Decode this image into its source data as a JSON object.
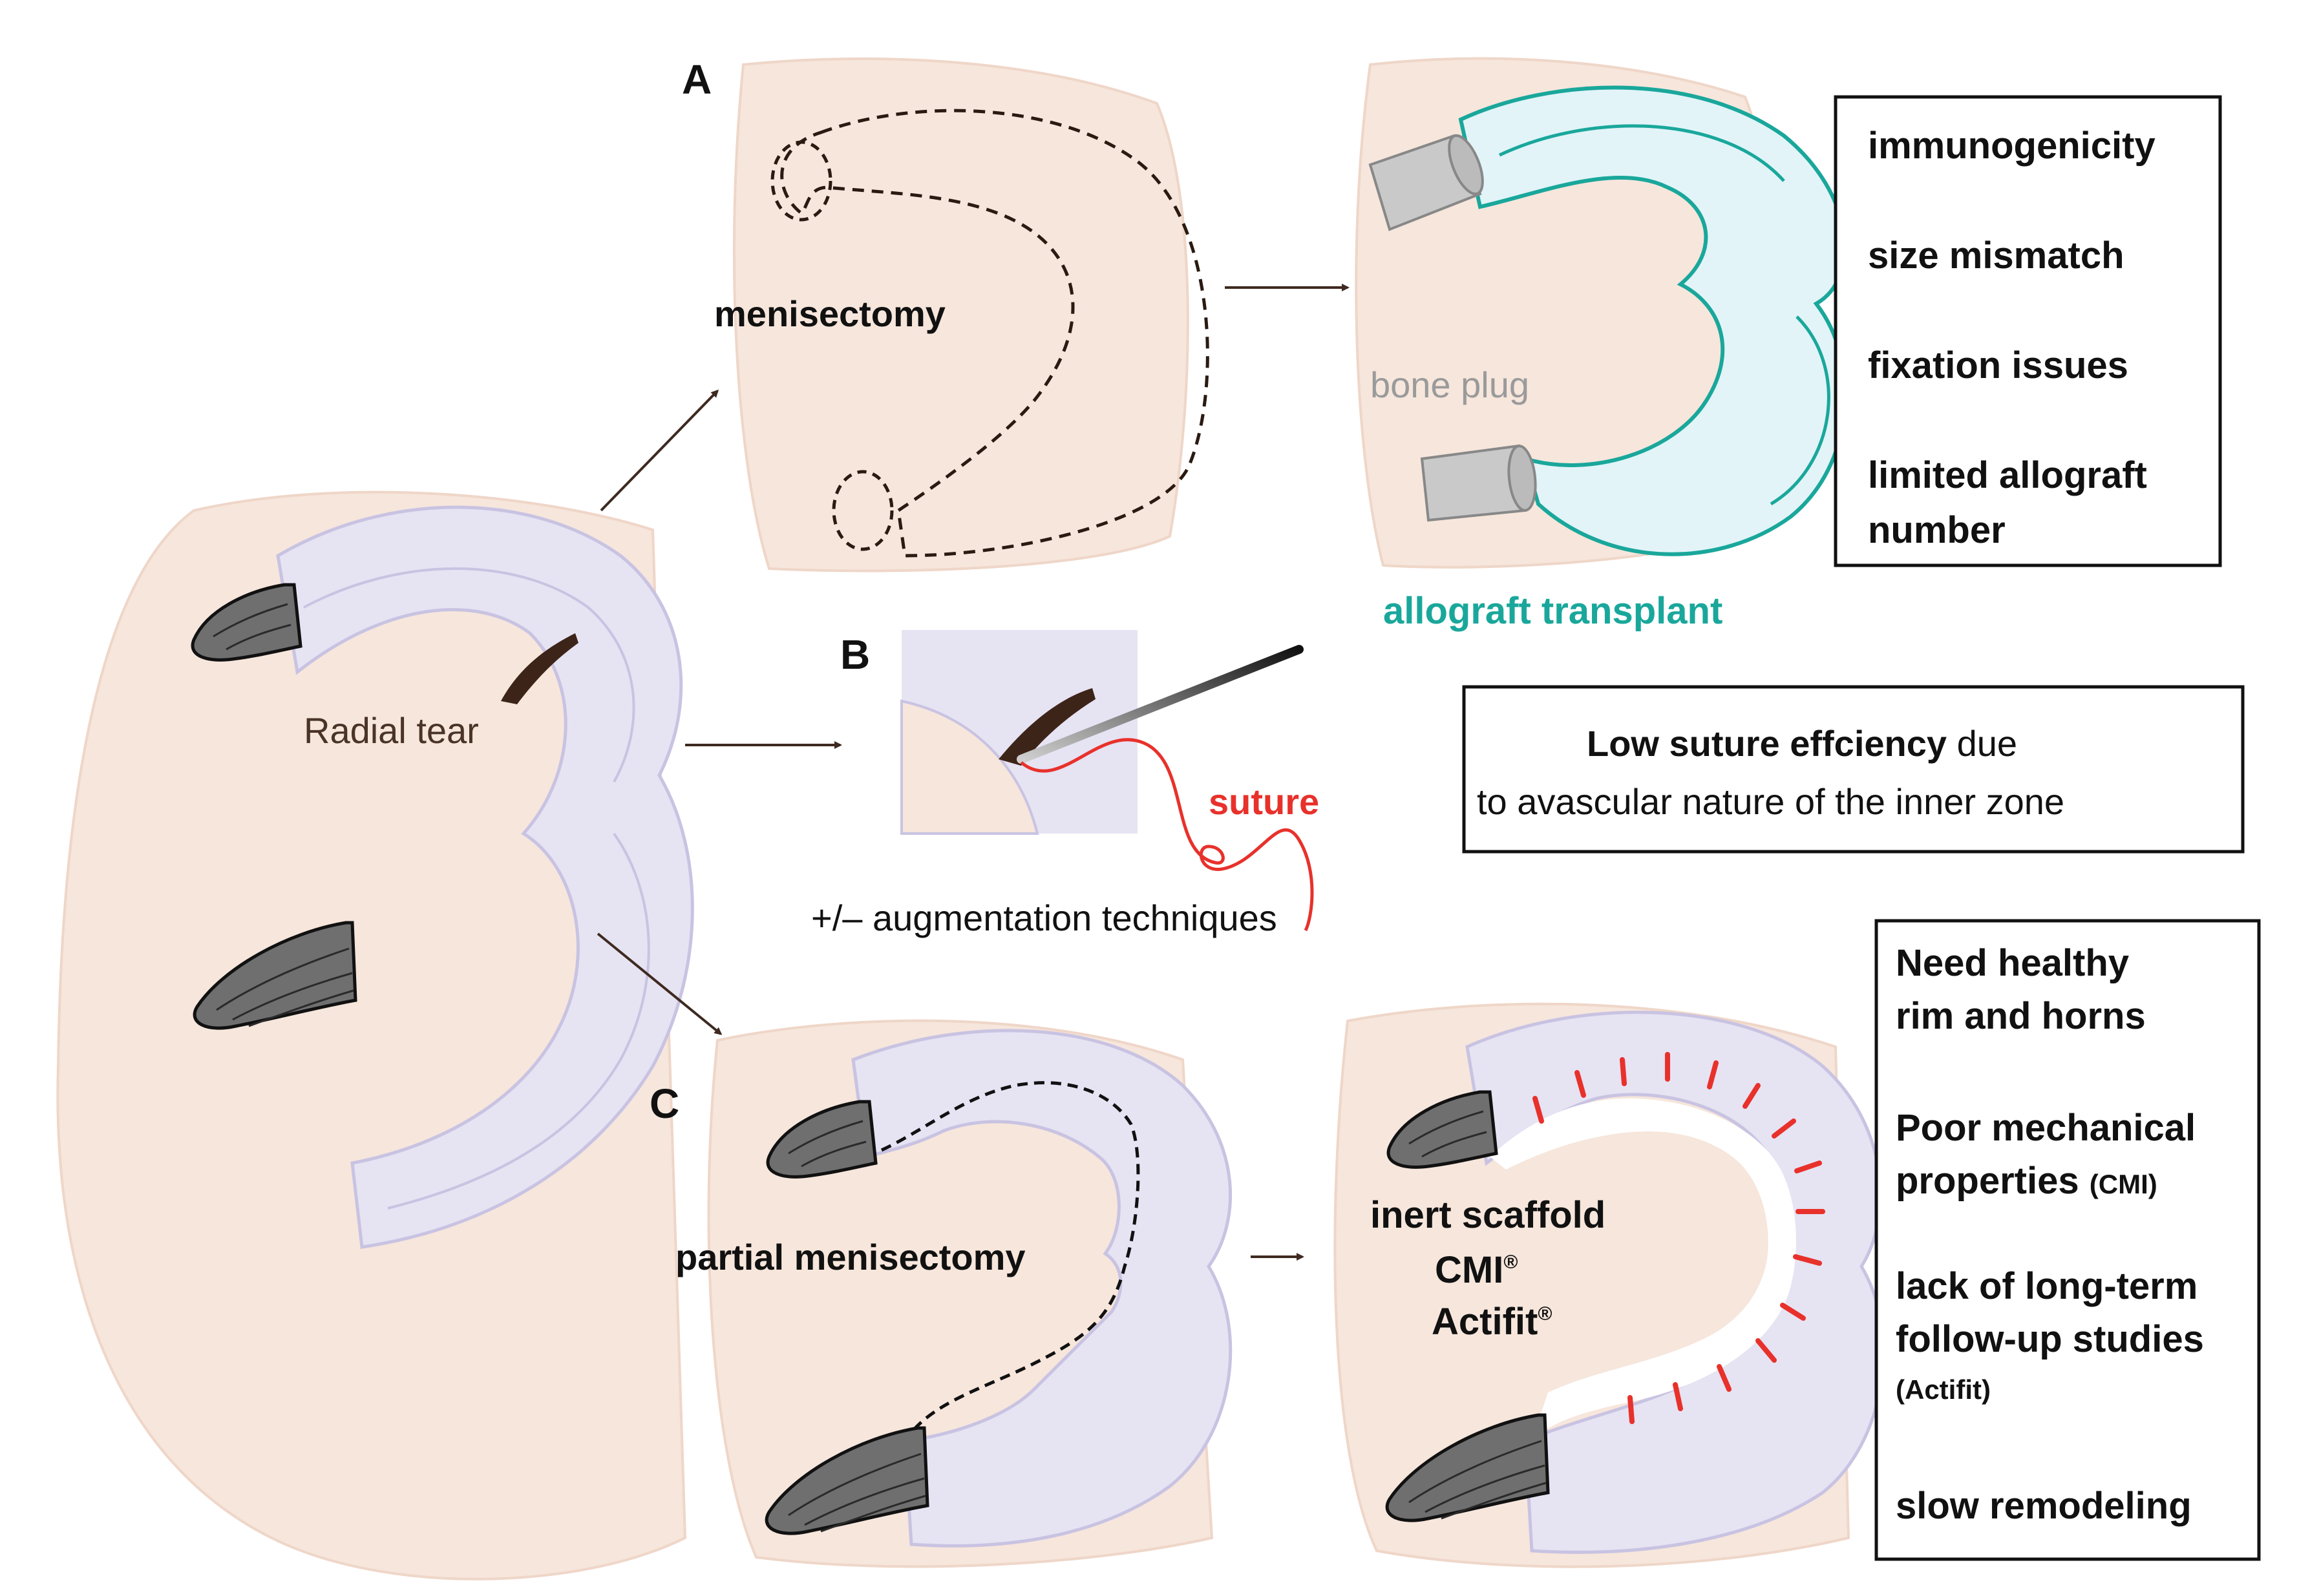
{
  "panel_labels": {
    "a": "A",
    "b": "B",
    "c": "C"
  },
  "radial_tear_label": "Radial tear",
  "panel_a": {
    "menisectomy_label": "menisectomy",
    "bone_plug_label": "bone plug",
    "allograft_label": "allograft transplant",
    "issues": [
      "immunogenicity",
      "size mismatch",
      "fixation issues",
      "limited allograft",
      "number"
    ]
  },
  "panel_b": {
    "suture_label": "suture",
    "augmentation_label": "+/– augmentation techniques",
    "note_bold": "Low suture effciency",
    "note_rest": " due",
    "note_line2": "to avascular nature of the inner zone"
  },
  "panel_c": {
    "partial_menisectomy_label": "partial menisectomy",
    "scaffold_line1": "inert scaffold",
    "scaffold_cmi": "CMI",
    "scaffold_actifit": "Actifit",
    "registered_mark": "®",
    "issues": {
      "need_line1": "Need  healthy",
      "need_line2": "rim and horns",
      "poor_line1": "Poor mechanical",
      "poor_line2": "properties",
      "poor_note": "(CMI)",
      "lack_line1": "lack of long-term",
      "lack_line2": "follow-up studies",
      "lack_note": "(Actifit)",
      "slow": "slow remodeling"
    }
  },
  "colors": {
    "tissue": "#f6e6dc",
    "meniscus": "#e6e3f3",
    "meniscus_edge": "#c9c3e2",
    "horn": "#6f6f6f",
    "tear": "#3d2418",
    "arrow": "#3e2a20",
    "allograft_fill": "#e2f4f8",
    "allograft_edge": "#1aa79b",
    "suture": "#e8312b",
    "bone_plug": "#c9c9c9",
    "bone_plug_text": "#9a9a9a",
    "radial_text": "#4a3327"
  }
}
